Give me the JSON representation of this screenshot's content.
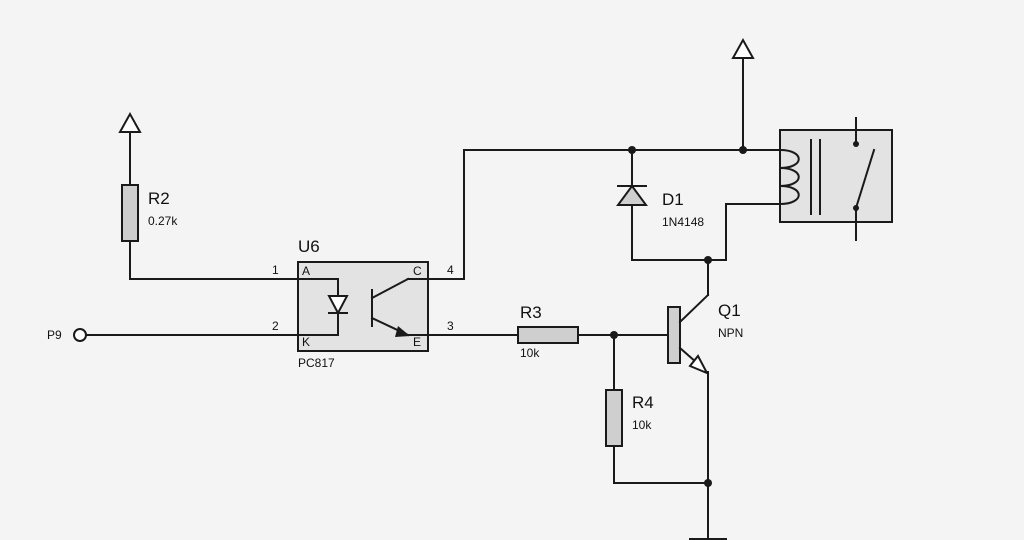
{
  "power_symbols": [
    "vcc-arrow",
    "vcc-arrow"
  ],
  "ground_symbol": "ground-bar",
  "net_label": "P9",
  "r2": {
    "ref": "R2",
    "value": "0.27k"
  },
  "r3": {
    "ref": "R3",
    "value": "10k"
  },
  "r4": {
    "ref": "R4",
    "value": "10k"
  },
  "u6": {
    "ref": "U6",
    "value": "PC817",
    "pin_a": "A",
    "pin_k": "K",
    "pin_c": "C",
    "pin_e": "E",
    "pin1": "1",
    "pin2": "2",
    "pin3": "3",
    "pin4": "4"
  },
  "d1": {
    "ref": "D1",
    "value": "1N4148"
  },
  "q1": {
    "ref": "Q1",
    "value": "NPN"
  },
  "relay": {
    "name": "relay-coil-switch"
  },
  "colors": {
    "wire": "#1a1a1a",
    "part_fill": "#cfcfcf",
    "background": "#f4f4f4"
  }
}
